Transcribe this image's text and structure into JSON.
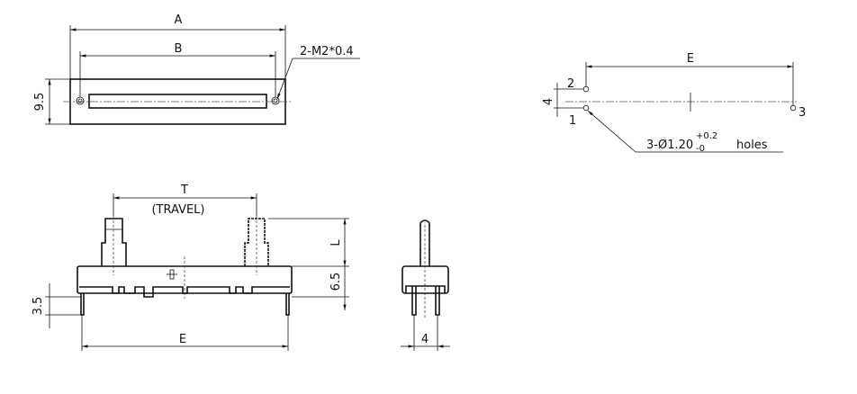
{
  "top_view": {
    "dim_a": "A",
    "dim_b": "B",
    "dim_height": "9.5",
    "mount_hole_callout": "2-M2*0.4"
  },
  "front_view": {
    "dim_travel": "T",
    "travel_label": "(TRAVEL)",
    "dim_lever": "L",
    "dim_body_height": "6.5",
    "dim_pin_length": "3.5",
    "dim_pin_span": "E"
  },
  "side_view": {
    "dim_pin_pitch": "4"
  },
  "pcb_layout": {
    "dim_pin_span": "E",
    "dim_pin_pitch": "4",
    "pin_labels": [
      "1",
      "2",
      "3"
    ],
    "hole_callout": "3-Ø1.20",
    "tol_plus": "+0.2",
    "tol_minus": "-0",
    "hole_suffix": "holes"
  }
}
